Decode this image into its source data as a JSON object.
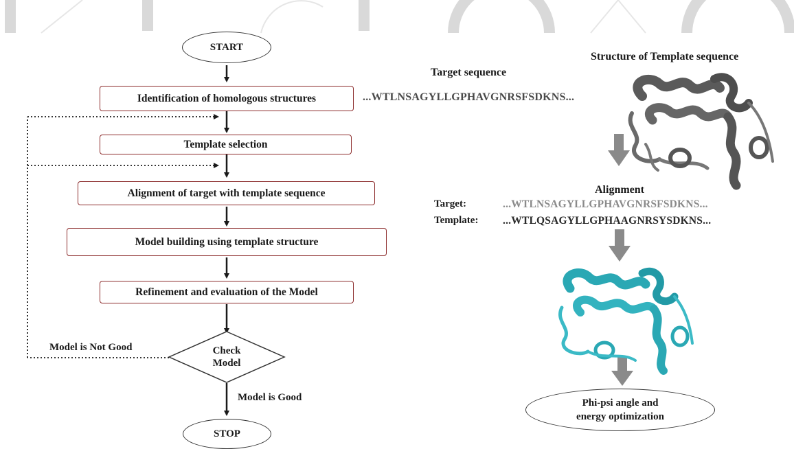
{
  "flowchart": {
    "start": "START",
    "step1": "Identification of homologous structures",
    "step2": "Template selection",
    "step3": "Alignment of target with template sequence",
    "step4": "Model building using template structure",
    "step5": "Refinement and evaluation of the Model",
    "decision": "Check\nModel",
    "not_good": "Model is Not Good",
    "good": "Model is Good",
    "stop": "STOP"
  },
  "right_panel": {
    "target_sequence_title": "Target sequence",
    "target_sequence": "...WTLNSAGYLLGPHAVGNRSFSDKNS...",
    "template_structure_title": "Structure of Template sequence",
    "alignment_title": "Alignment",
    "target_label": "Target:",
    "target_aligned": "...WTLNSAGYLLGPHAVGNRSFSDKNS...",
    "template_label": "Template:",
    "template_aligned": "...WTLQSAGYLLGPHAAGNRSYSDKNS...",
    "optimization": "Phi-psi angle and\nenergy optimization"
  },
  "colors": {
    "box_border": "#8b2a2a",
    "arrow_gray": "#8a8a8a",
    "template_protein": "#5a5a5a",
    "model_protein": "#2aa8b4",
    "target_aligned_text": "#8a8a8a",
    "watermark": "#d9d9d9"
  }
}
